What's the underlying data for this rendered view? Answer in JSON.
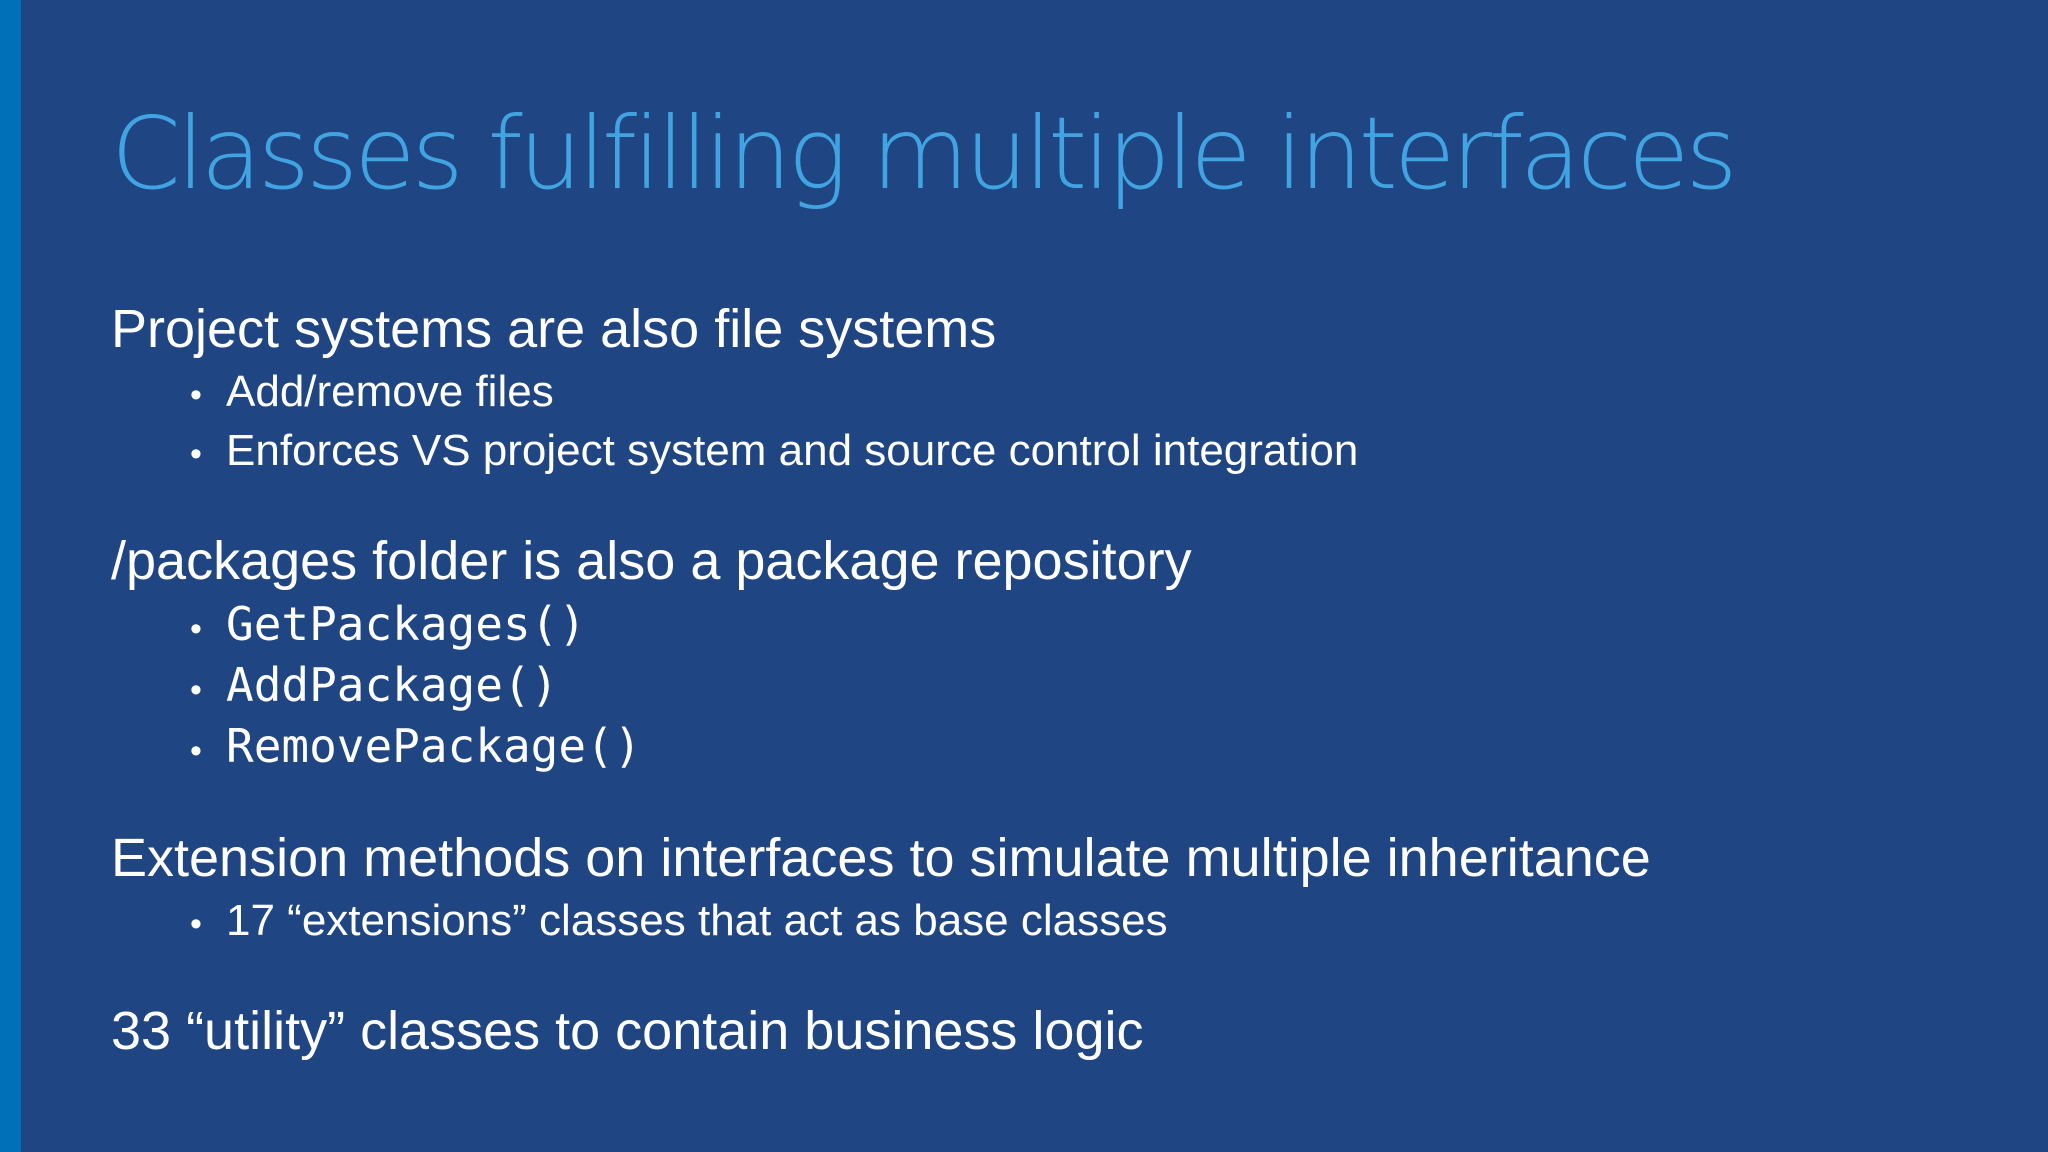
{
  "slide": {
    "title": "Classes fulfilling multiple interfaces",
    "bullet_glyph": "•",
    "colors": {
      "background": "#1f4582",
      "accent_bar": "#0071b8",
      "title": "#41a3e1",
      "body": "#ffffff"
    },
    "sections": [
      {
        "heading": "Project systems are also file systems",
        "bullets": [
          {
            "text": "Add/remove files"
          },
          {
            "text": "Enforces VS project system and source control integration"
          }
        ]
      },
      {
        "heading": "/packages folder is also a package repository",
        "bullets": [
          {
            "text": "GetPackages()"
          },
          {
            "text": "AddPackage()"
          },
          {
            "text": "RemovePackage()"
          }
        ]
      },
      {
        "heading": "Extension methods on interfaces to simulate multiple inheritance",
        "bullets": [
          {
            "text": "17 “extensions” classes that act as base classes"
          }
        ]
      },
      {
        "heading": "33 “utility” classes to contain business logic",
        "bullets": []
      }
    ]
  }
}
